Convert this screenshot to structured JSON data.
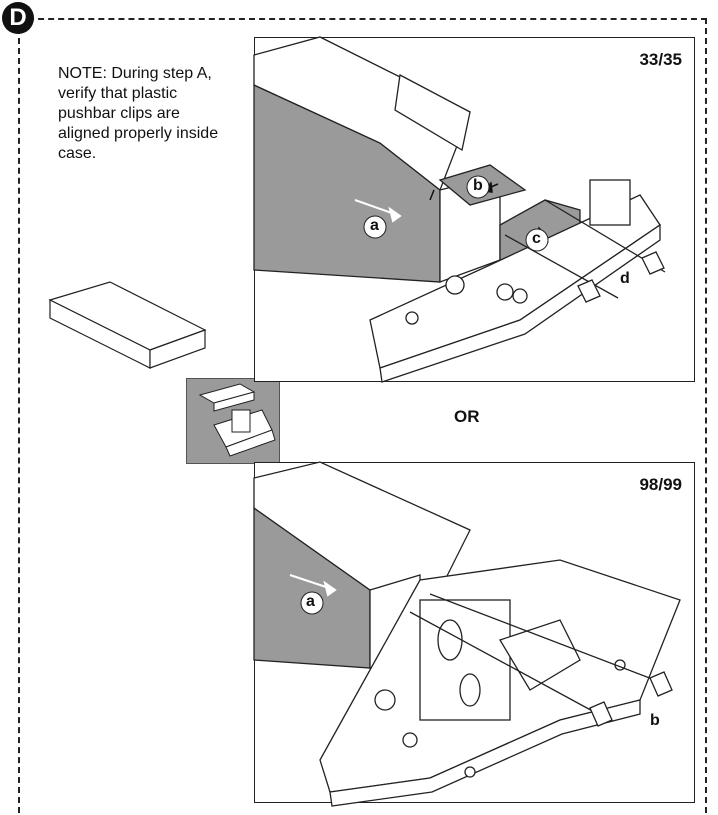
{
  "step_badge": "D",
  "note": "NOTE: During step A, verify that plastic pushbar clips are aligned properly inside case.",
  "panel_top": {
    "model": "33/35",
    "labels": {
      "a": "a",
      "b": "b",
      "c": "c",
      "d": "d"
    }
  },
  "or_text": "OR",
  "panel_bottom": {
    "model": "98/99",
    "labels": {
      "a": "a",
      "b": "b"
    }
  },
  "colors": {
    "case_gray": "#9a9a9a",
    "line": "#222222"
  },
  "icons": [
    "arrow-right-icon",
    "arrow-left-icon",
    "screw-icon"
  ]
}
